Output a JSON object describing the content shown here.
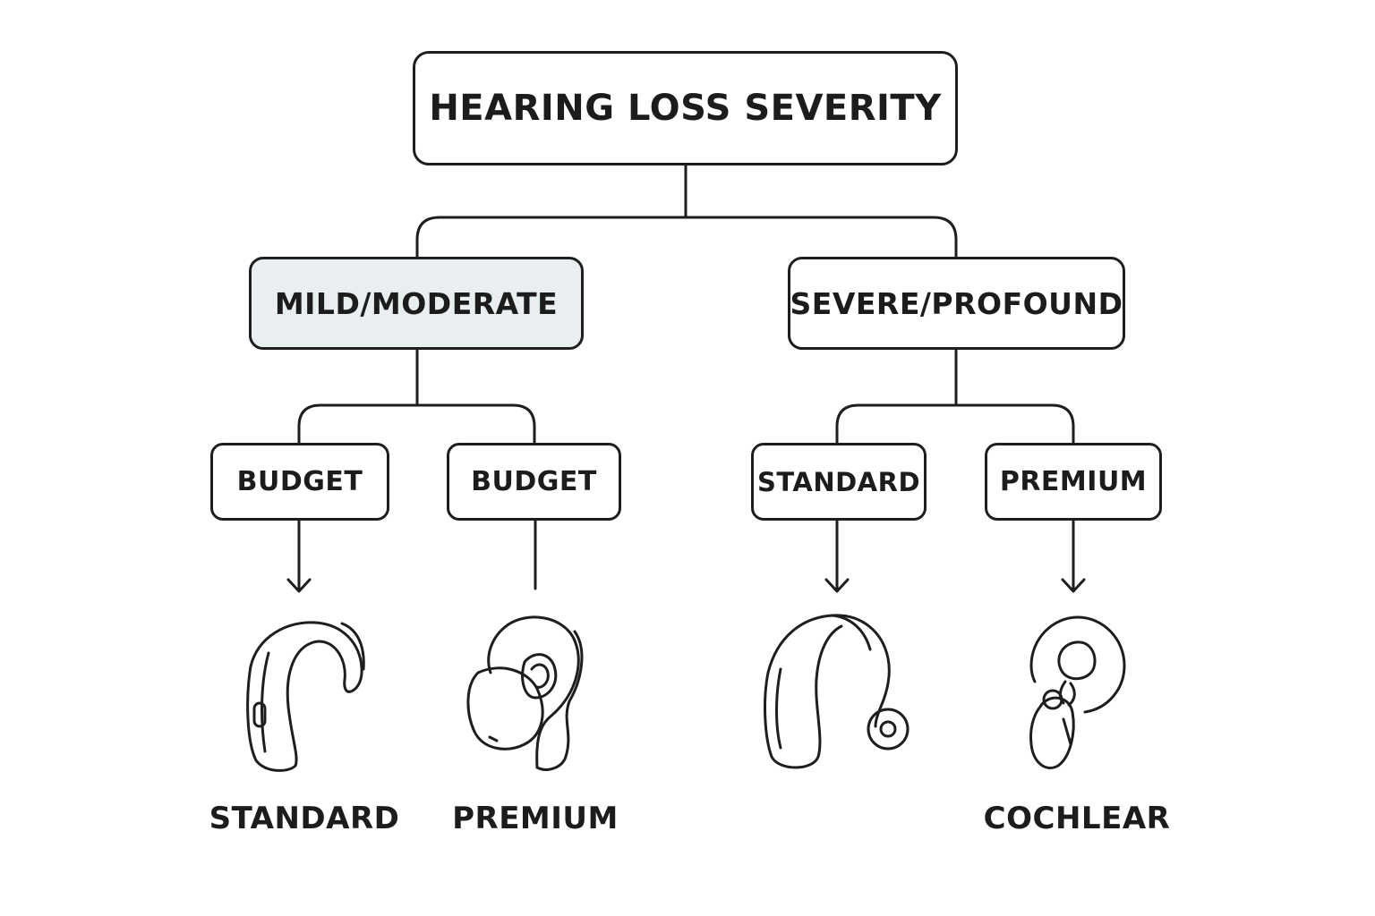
{
  "diagram": {
    "root": {
      "label": "HEARING LOSS SEVERITY"
    },
    "branches": [
      {
        "label": "MILD/MODERATE",
        "highlighted": true,
        "fill_color": "#e9eef1",
        "children": [
          {
            "label": "BUDGET",
            "device_label": "STANDARD",
            "device_icon": "behind-the-ear-hearing-aid-icon",
            "arrow": true
          },
          {
            "label": "BUDGET",
            "device_label": "PREMIUM",
            "device_icon": "in-ear-hearing-aid-icon",
            "arrow": false
          }
        ]
      },
      {
        "label": "SEVERE/PROFOUND",
        "highlighted": false,
        "children": [
          {
            "label": "STANDARD",
            "device_label": "",
            "device_icon": "receiver-behind-the-ear-hearing-aid-icon",
            "arrow": true
          },
          {
            "label": "PREMIUM",
            "device_label": "COCHLEAR",
            "device_icon": "cochlear-implant-icon",
            "arrow": true
          }
        ]
      }
    ],
    "colors": {
      "stroke": "#1e1e1e",
      "text": "#1c1c1c",
      "background": "#ffffff"
    }
  }
}
